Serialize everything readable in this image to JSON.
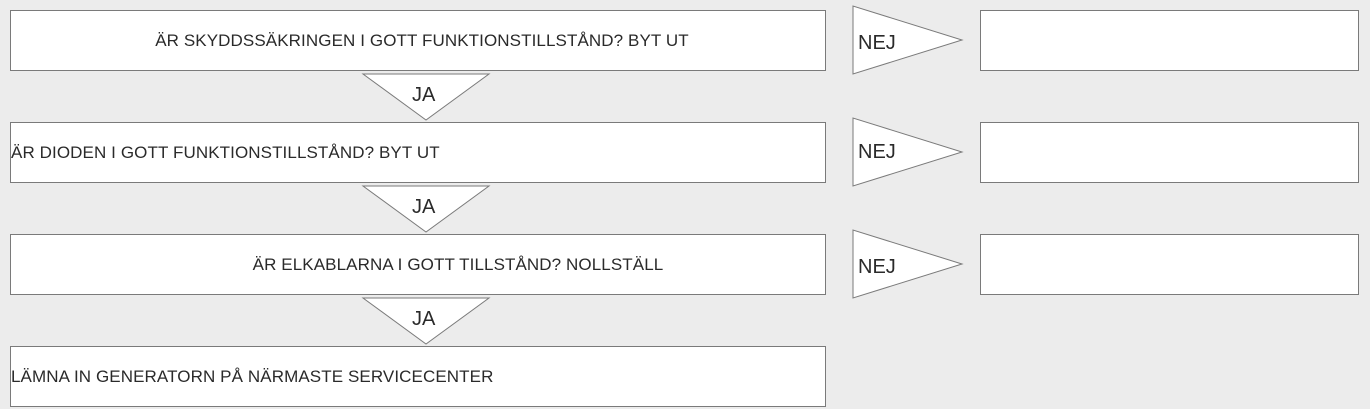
{
  "steps": [
    {
      "question": "ÄR SKYDDSSÄKRINGEN I GOTT FUNKTIONSTILLSTÅND? BYT UT",
      "no_label": "NEJ",
      "yes_label": "JA",
      "answer": ""
    },
    {
      "question": "ÄR DIODEN I GOTT FUNKTIONSTILLSTÅND?  BYT UT",
      "no_label": "NEJ",
      "yes_label": "JA",
      "answer": ""
    },
    {
      "question": "ÄR ELKABLARNA I GOTT TILLSTÅND? NOLLSTÄLL",
      "no_label": "NEJ",
      "yes_label": "JA",
      "answer": ""
    }
  ],
  "final": {
    "text": "LÄMNA IN GENERATORN PÅ NÄRMASTE SERVICECENTER"
  },
  "colors": {
    "background": "#ececec",
    "box_fill": "#ffffff",
    "stroke": "#7a7a7a",
    "text": "#2a2a2a"
  }
}
